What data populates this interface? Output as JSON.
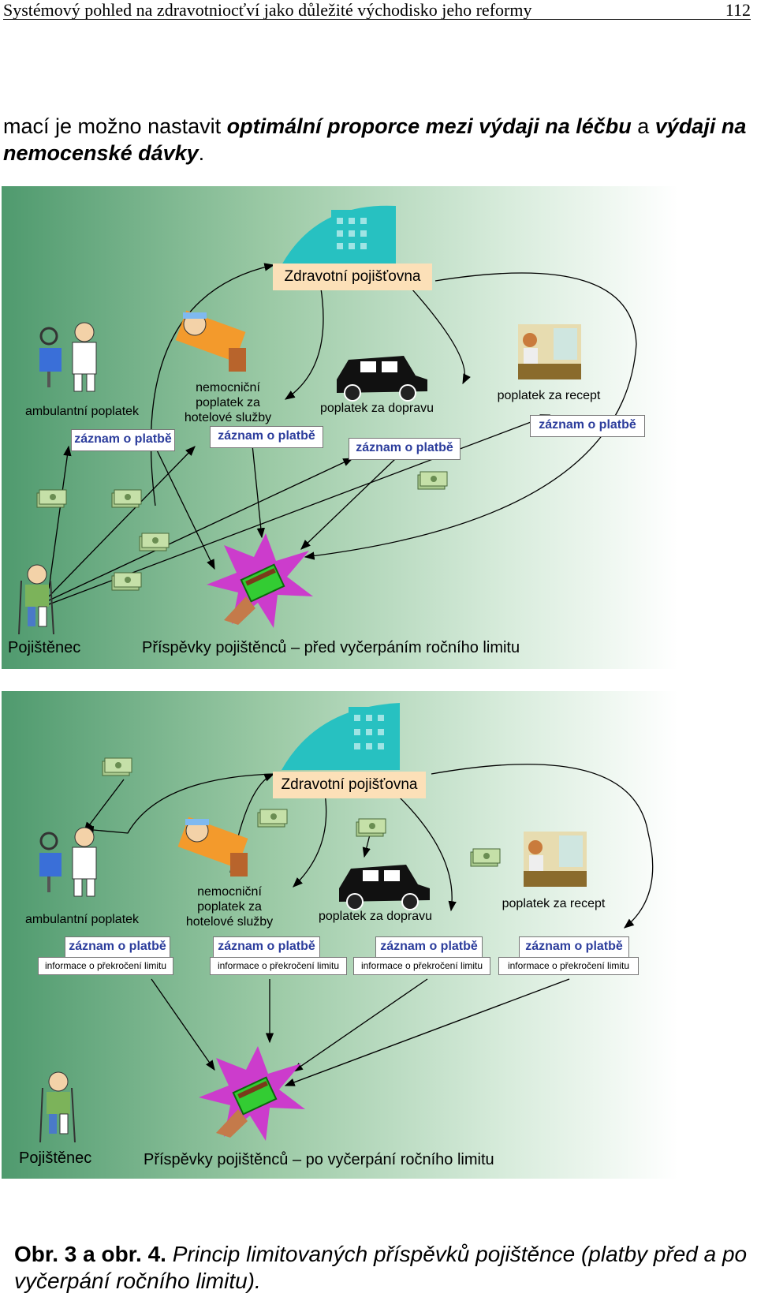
{
  "header": {
    "title": "Systémový pohled na zdravotniocťví jako důležité východisko jeho reformy",
    "page_number": "112"
  },
  "intro": {
    "plain_start": "mací je možno nastavit ",
    "bold_italic": "optimální proporce mezi výdaji na léčbu",
    "plain_mid": " a ",
    "bold_italic_2": "výdaji na nemocenské dávky",
    "plain_end": "."
  },
  "figure1": {
    "insurer": "Zdravotní pojišťovna",
    "ambulance_fee": "ambulantní poplatek",
    "hospital_fee": "nemocniční poplatek za hotelové služby",
    "transport_fee": "poplatek za dopravu",
    "prescription_fee": "poplatek za recept",
    "payment_record": "záznam o platbě",
    "insured": "Pojištěnec",
    "subtitle": "Příspěvky pojištěnců – před vyčerpáním ročního limitu"
  },
  "figure2": {
    "insurer": "Zdravotní pojišťovna",
    "ambulance_fee": "ambulantní poplatek",
    "hospital_fee": "nemocniční poplatek za hotelové služby",
    "transport_fee": "poplatek za dopravu",
    "prescription_fee": "poplatek za recept",
    "payment_record": "záznam o platbě",
    "limit_info": "informace o překročení limitu",
    "insured": "Pojištěnec",
    "subtitle": "Příspěvky pojištěnců – po vyčerpání ročního limitu"
  },
  "caption": {
    "label": "Obr. 3 a obr. 4.",
    "text": " Princip limitovaných příspěvků pojištěnce (platby před a po vyčerpání ročního limitu)."
  },
  "colors": {
    "record_text": "#2c3d9c",
    "insurer_box": "#fce0b8",
    "building": "#27c1c1",
    "burst": "#cc3ccc",
    "card": "#33cc33"
  },
  "icons": [
    "doctor-icon",
    "patient-bed-icon",
    "car-icon",
    "pharmacy-icon",
    "insured-child-icon",
    "card-hand-icon",
    "money-icon",
    "building-icon"
  ]
}
